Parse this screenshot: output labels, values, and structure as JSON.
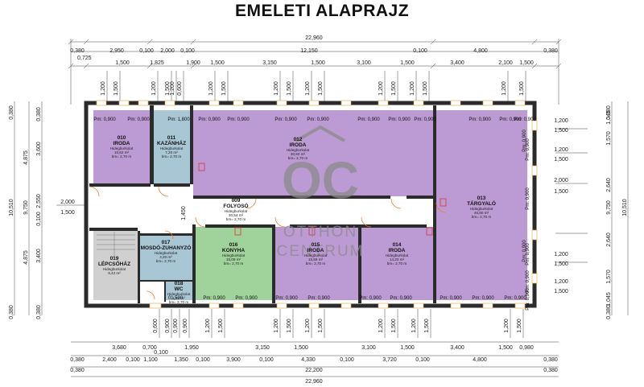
{
  "title": "EMELETI ALAPRAJZ",
  "colors": {
    "purple": "#bc9ad4",
    "blue": "#a8c6d4",
    "green": "#9fd39b",
    "wall": "#2b2b2b",
    "stair": "#d0d0d0",
    "door": "#f07a2a",
    "window": "#e8a33a"
  },
  "dims_top": {
    "total": "22,960",
    "row2": [
      "0,380",
      "2,950",
      "0,100",
      "2,000",
      "0,100",
      "12,150",
      "0,100",
      "4,800",
      "0,380"
    ],
    "row2b": "0,725",
    "row3": [
      "1,500",
      "1,825",
      "1,900",
      "1,500",
      "3,150",
      "1,500",
      "3,100",
      "1,500",
      "3,400",
      "2,100",
      "1,500"
    ],
    "vert": [
      "1,200",
      "1,500",
      "1,200",
      "1,500",
      "1,200",
      "0,600",
      "1,200",
      "1,500",
      "1,200",
      "1,500",
      "1,200",
      "1,500",
      "1,200",
      "1,500",
      "1,200",
      "1,500",
      "1,200",
      "1,500"
    ]
  },
  "dims_bottom": {
    "row1": [
      "3,680",
      "0,700",
      "1,950",
      "3,150",
      "1,500",
      "3,100",
      "1,500",
      "3,400",
      "1,500",
      "0,980"
    ],
    "row1b": "0,100",
    "row2": [
      "0,380",
      "2,400",
      "0,100",
      "1,100",
      "1,350",
      "0,100",
      "3,900",
      "0,100",
      "4,330",
      "0,100",
      "3,720",
      "0,100",
      "4,800",
      "0,380"
    ],
    "row3": [
      "0,380",
      "22,200",
      "0,380"
    ],
    "total": "22,960",
    "vert": [
      "0,600",
      "0,900",
      "0,900",
      "0,900",
      "1,200",
      "1,500",
      "1,200",
      "1,500",
      "1,200",
      "1,500",
      "1,200",
      "1,500",
      "1,200",
      "1,500",
      "1,200",
      "1,500"
    ]
  },
  "dims_left": {
    "outer": [
      "0,380",
      "10,510",
      "0,380"
    ],
    "mid": [
      "4,875",
      "9,750",
      "4,875"
    ],
    "inner": [
      "0,380",
      "3,600",
      "2,550",
      "0,100",
      "3,400",
      "0,380"
    ],
    "door": [
      "2,000",
      "1,500"
    ],
    "pm": "Pm: 0,900"
  },
  "dims_right": {
    "outer": [
      "0,380",
      "10,510",
      "0,380"
    ],
    "mid": [
      "2,640",
      "9,750",
      "2,640"
    ],
    "inner": [
      "1,045",
      "1,570",
      "1,570",
      "1,045"
    ],
    "side": [
      "1,200",
      "1,500",
      "1,200",
      "1,500",
      "2,000",
      "1,500",
      "1,200",
      "1,500",
      "1,200",
      "1,500"
    ]
  },
  "inner_dims": {
    "corridor": "1,450",
    "door": "1,500"
  },
  "rooms": [
    {
      "id": "010",
      "name": "IRODA",
      "floor": "Hidegburkolat",
      "area": "10,62 m²",
      "height": "bm= 2,70 m"
    },
    {
      "id": "011",
      "name": "KAZÁNHÁZ",
      "floor": "Hidegburkolat",
      "area": "7,20 m²",
      "height": "bm= 2,70 m"
    },
    {
      "id": "012",
      "name": "IRODA",
      "floor": "Hidegburkolat",
      "area": "30,60 m²",
      "height": "bm= 2,70 m"
    },
    {
      "id": "013",
      "name": "TÁRGYALÓ",
      "floor": "Hidegburkolat",
      "area": "46,80 m²",
      "height": "bm= 2,70 m"
    },
    {
      "id": "009",
      "name": "FOLYOSÓ",
      "floor": "Hidegburkolat",
      "area": "30,54 m²",
      "height": "bm= 2,70 m"
    },
    {
      "id": "017",
      "name": "MOSDÓ-ZUHANYZÓ",
      "floor": "Hidegburkolat",
      "area": "4,20 m²",
      "height": "bm= 2,70 m"
    },
    {
      "id": "018",
      "name": "WC",
      "floor": "Hidegburkolat",
      "area": "1,52 m²",
      "height": "bm= 2,70 m"
    },
    {
      "id": "019",
      "name": "LÉPCSŐHÁZ",
      "floor": "Hidegburkolat",
      "area": "9,42 m²",
      "height": ""
    },
    {
      "id": "016",
      "name": "KONYHA",
      "floor": "Hidegburkolat",
      "area": "15,09 m²",
      "height": "bm= 2,70 m"
    },
    {
      "id": "015",
      "name": "IRODA",
      "floor": "Hidegburkolat",
      "area": "15,59 m²",
      "height": "bm= 2,70 m"
    },
    {
      "id": "014",
      "name": "IRODA",
      "floor": "Hidegburkolat",
      "area": "14,20 m²",
      "height": "bm= 2,70 m"
    }
  ],
  "pm": {
    "top": [
      "Pm: 0,900",
      "Pm: 0,900",
      "Pm: 1,800",
      "Pm: 0,900",
      "Pm: 0,900",
      "Pm: 0,900",
      "Pm: 0,900",
      "Pm: 0,900",
      "Pm: 0,900",
      "Pm: 0,900",
      "Pm: 0,900",
      "Pm: 0,900",
      "Pm: 0,900"
    ],
    "bottom": [
      "01,500",
      "Pm: 0,900",
      "Pm: 0,900",
      "Pm: 0,900",
      "Pm: 0,900",
      "Pm: 0,900",
      "Pm: 0,900",
      "Pm: 0,900",
      "Pm: 0,900",
      "Pm: 0,900"
    ],
    "right": [
      "Pm: 0,900",
      "Pm: 0,900",
      "Pm: 0,900",
      "Pm: 0,900",
      "Pm: 0,900"
    ],
    "mid": [
      "Pm: 0,900",
      "Pm: 0,900"
    ]
  },
  "watermark": {
    "mono": "OC",
    "line1": "OTTHON",
    "line2": "CENTRUM"
  }
}
